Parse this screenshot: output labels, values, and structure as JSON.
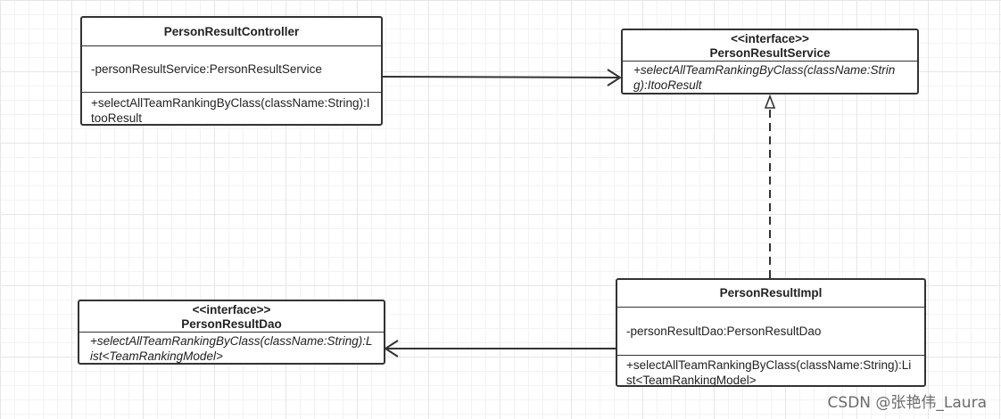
{
  "classes": {
    "controller": {
      "name": "PersonResultController",
      "attribute": "-personResultService:PersonResultService",
      "operation": "+selectAllTeamRankingByClass(className:String):ItooResult"
    },
    "service": {
      "stereotype": "<<interface>>",
      "name": "PersonResultService",
      "operation": "+selectAllTeamRankingByClass(className:String):ItooResult"
    },
    "dao": {
      "stereotype": "<<interface>>",
      "name": "PersonResultDao",
      "operation": "+selectAllTeamRankingByClass(className:String):List<TeamRankingModel>"
    },
    "impl": {
      "name": "PersonResultImpl",
      "attribute": "-personResultDao:PersonResultDao",
      "operation": "+selectAllTeamRankingByClass(className:String):List<TeamRankingModel>"
    }
  },
  "watermark": "CSDN @张艳伟_Laura"
}
